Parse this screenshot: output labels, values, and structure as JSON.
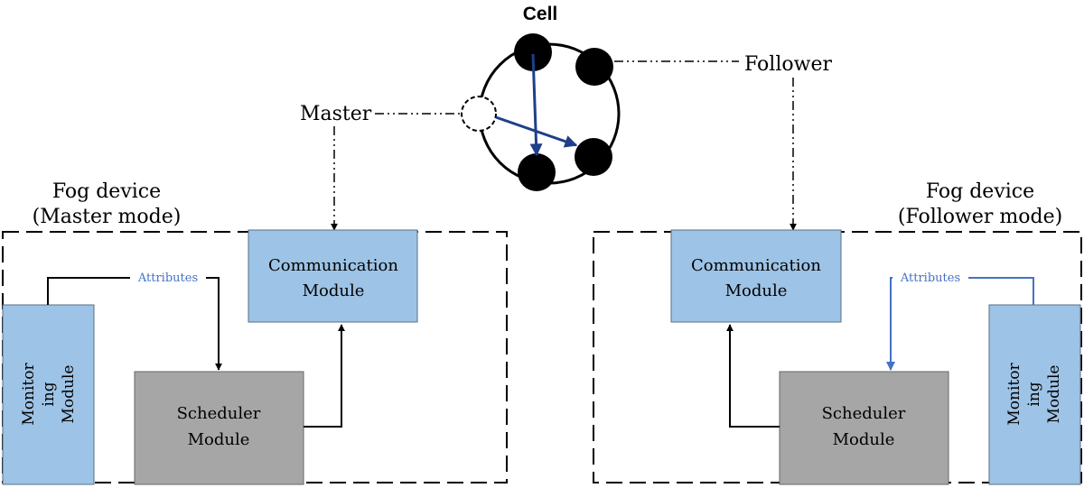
{
  "cell": {
    "title": "Cell"
  },
  "labels": {
    "master": "Master",
    "follower": "Follower"
  },
  "master_device": {
    "title_line1": "Fog device",
    "title_line2": "(Master mode)",
    "communication_line1": "Communication",
    "communication_line2": "Module",
    "scheduler_line1": "Scheduler",
    "scheduler_line2": "Module",
    "monitoring_line1": "Monitor",
    "monitoring_line2": "ing",
    "monitoring_line3": "Module",
    "attributes": "Attributes"
  },
  "follower_device": {
    "title_line1": "Fog device",
    "title_line2": "(Follower mode)",
    "communication_line1": "Communication",
    "communication_line2": "Module",
    "scheduler_line1": "Scheduler",
    "scheduler_line2": "Module",
    "monitoring_line1": "Monitor",
    "monitoring_line2": "ing",
    "monitoring_line3": "Module",
    "attributes": "Attributes"
  },
  "colors": {
    "module_blue": "#9dc3e6",
    "scheduler_gray": "#a6a6a6",
    "arrow_navy": "#1f3f8a",
    "attribute_blue": "#4472c4"
  }
}
